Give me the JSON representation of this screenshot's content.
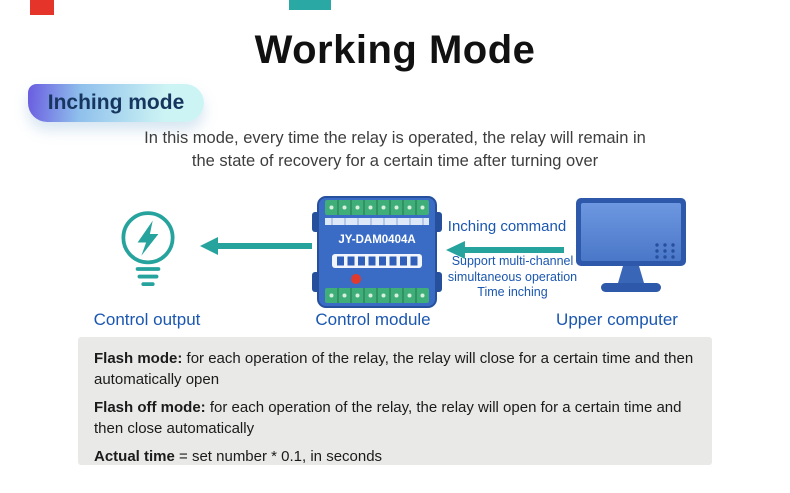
{
  "page": {
    "title": "Working Mode",
    "badge": "Inching mode",
    "intro_line1": "In this mode, every time the relay is operated, the relay will remain in",
    "intro_line2": "the state of recovery for a certain time after turning over"
  },
  "diagram": {
    "module_label": "JY-DAM0404A",
    "command_label": "Inching command",
    "note_line1": "Support multi-channel",
    "note_line2": "simultaneous operation",
    "note_line3": "Time inching",
    "caption_output": "Control output",
    "caption_module": "Control module",
    "caption_computer": "Upper computer"
  },
  "notes": {
    "items": [
      {
        "title": "Flash mode:",
        "text": " for each operation of the relay, the relay will close for a certain time and then automatically open"
      },
      {
        "title": "Flash off mode:",
        "text": " for each operation of the relay, the relay will open for a certain time and then close automatically"
      },
      {
        "title": "Actual time",
        "text": " = set number * 0.1, in seconds"
      }
    ]
  },
  "icons": [
    "bulb-icon",
    "lightning-icon",
    "arrow-left-icon",
    "module-illustration",
    "monitor-icon"
  ],
  "colors": {
    "accent_blue": "#1b57b0",
    "teal": "#27a39e",
    "deco_red": "#e5352b",
    "deco_teal": "#2aa9a4",
    "title_color": "#111111",
    "body_text": "#3d3d3d",
    "badge_text": "#16365f",
    "badge_start": "#6a5ce0",
    "badge_end": "#cdf4f4",
    "note_bg": "#e9e9e7",
    "module_blue": "#3a6cc6",
    "module_dark": "#27509c",
    "terminal_green": "#3fae78",
    "monitor_blue": "#2e58aa",
    "button_red": "#e0392e"
  }
}
